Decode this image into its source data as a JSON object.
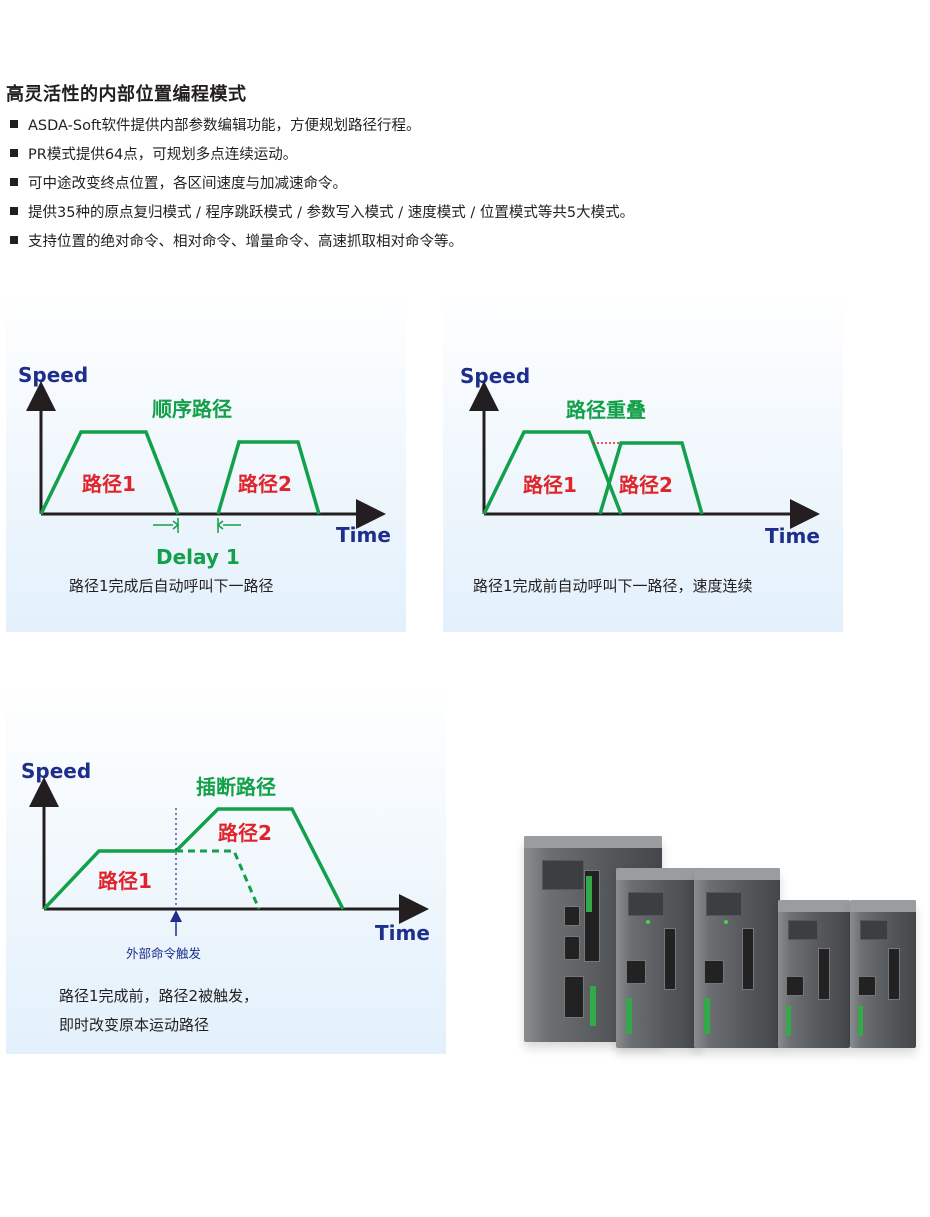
{
  "heading": "高灵活性的内部位置编程模式",
  "bullets": [
    "ASDA-Soft软件提供内部参数编辑功能，方便规划路径行程。",
    "PR模式提供64点，可规划多点连续运动。",
    "可中途改变终点位置，各区间速度与加减速命令。",
    "提供35种的原点复归模式 / 程序跳跃模式 / 参数写入模式 / 速度模式 / 位置模式等共5大模式。",
    "支持位置的绝对命令、相对命令、增量命令、高速抓取相对命令等。"
  ],
  "colors": {
    "axis_label": "#1d2e8c",
    "green": "#13a04a",
    "red": "#e0242c",
    "arrow": "#231f20"
  },
  "diagrams": [
    {
      "speed_label": "Speed",
      "time_label": "Time",
      "title": "顺序路径",
      "path1": "路径1",
      "path2": "路径2",
      "delay_label": "Delay 1",
      "caption": "路径1完成后自动呼叫下一路径"
    },
    {
      "speed_label": "Speed",
      "time_label": "Time",
      "title": "路径重叠",
      "path1": "路径1",
      "path2": "路径2",
      "caption": "路径1完成前自动呼叫下一路径，速度连续"
    },
    {
      "speed_label": "Speed",
      "time_label": "Time",
      "title": "插断路径",
      "path1": "路径1",
      "path2": "路径2",
      "trigger_label": "外部命令触发",
      "caption_line1": "路径1完成前，路径2被触发，",
      "caption_line2": "即时改变原本运动路径"
    }
  ],
  "product_image": "servo-drive-family-photo"
}
